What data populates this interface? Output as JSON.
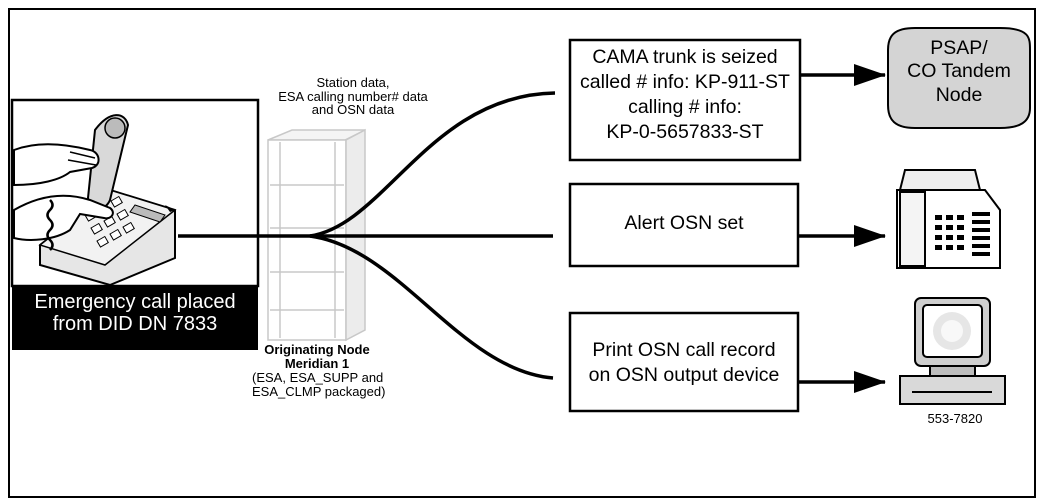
{
  "caller": {
    "caption_line1": "Emergency call placed",
    "caption_line2": "from DID DN 7833"
  },
  "data_label": {
    "line1": "Station data,",
    "line2": "ESA calling number# data",
    "line3": "and OSN data"
  },
  "node": {
    "title_line1": "Originating Node",
    "title_line2": "Meridian 1",
    "pkg_line1": "(ESA, ESA_SUPP and",
    "pkg_line2": "ESA_CLMP packaged)"
  },
  "cama_box": {
    "line1": "CAMA trunk is seized",
    "line2": "called # info: KP-911-ST",
    "line3": "calling # info:",
    "line4": "KP-0-5657833-ST"
  },
  "psap": {
    "line1": "PSAP/",
    "line2": "CO Tandem",
    "line3": "Node"
  },
  "alert_box": {
    "label": "Alert OSN set"
  },
  "print_box": {
    "line1": "Print OSN call record",
    "line2": "on OSN output device"
  },
  "figure_id": "553-7820",
  "colors": {
    "line": "#000000",
    "psap_fill": "#d4d4d4",
    "caption_bg": "#000000"
  }
}
